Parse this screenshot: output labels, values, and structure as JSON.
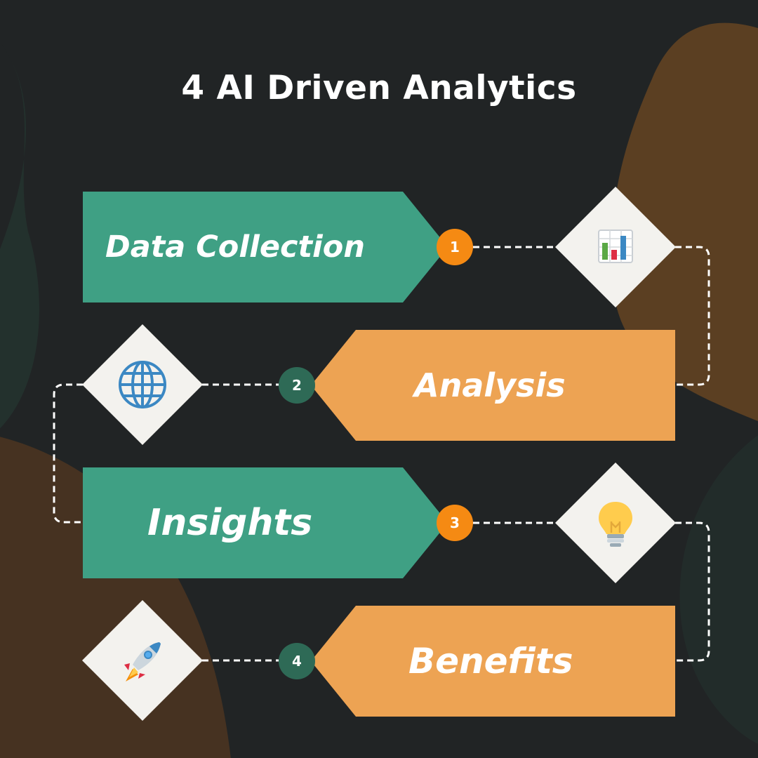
{
  "title": "4 AI Driven Analytics",
  "steps": [
    {
      "number": "1",
      "label": "Data Collection",
      "icon": "bar-chart-icon"
    },
    {
      "number": "2",
      "label": "Analysis",
      "icon": "globe-icon"
    },
    {
      "number": "3",
      "label": "Insights",
      "icon": "light-bulb-icon"
    },
    {
      "number": "4",
      "label": "Benefits",
      "icon": "rocket-icon"
    }
  ],
  "colors": {
    "background": "#212425",
    "teal": "#3fa084",
    "orange": "#eda353",
    "badge_orange": "#f58a13",
    "badge_green": "#2e6a56",
    "diamond": "#f3f2ee",
    "blob_brown": "#5a3e22",
    "blob_green": "#23342f"
  }
}
